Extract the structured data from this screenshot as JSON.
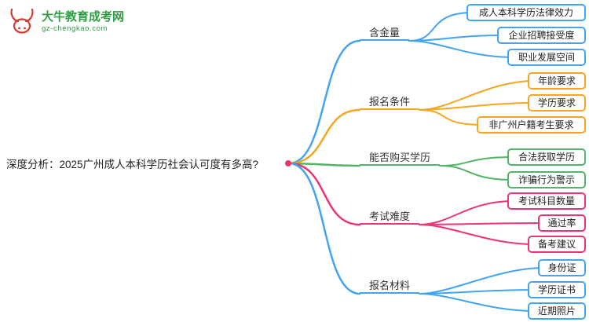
{
  "logo": {
    "title": "大牛教育成考网",
    "subtitle": "gz-chengkao.com",
    "color": "#2f9e44",
    "icon_color": "#d43c33"
  },
  "root": {
    "label": "深度分析：2025广州成人本科学历社会认可度有多高?"
  },
  "branches": [
    {
      "label": "含金量",
      "color": "#44a3f2",
      "children": [
        {
          "label": "成人本科学历法律效力"
        },
        {
          "label": "企业招聘接受度"
        },
        {
          "label": "职业发展空间"
        }
      ]
    },
    {
      "label": "报名条件",
      "color": "#f5a623",
      "children": [
        {
          "label": "年龄要求"
        },
        {
          "label": "学历要求"
        },
        {
          "label": "非广州户籍考生要求"
        }
      ]
    },
    {
      "label": "能否购买学历",
      "color": "#53b567",
      "children": [
        {
          "label": "合法获取学历"
        },
        {
          "label": "诈骗行为警示"
        }
      ]
    },
    {
      "label": "考试难度",
      "color": "#ed3572",
      "children": [
        {
          "label": "考试科目数量"
        },
        {
          "label": "通过率"
        },
        {
          "label": "备考建议"
        }
      ]
    },
    {
      "label": "报名材料",
      "color": "#44a3f2",
      "children": [
        {
          "label": "身份证"
        },
        {
          "label": "学历证书"
        },
        {
          "label": "近期照片"
        }
      ]
    }
  ]
}
